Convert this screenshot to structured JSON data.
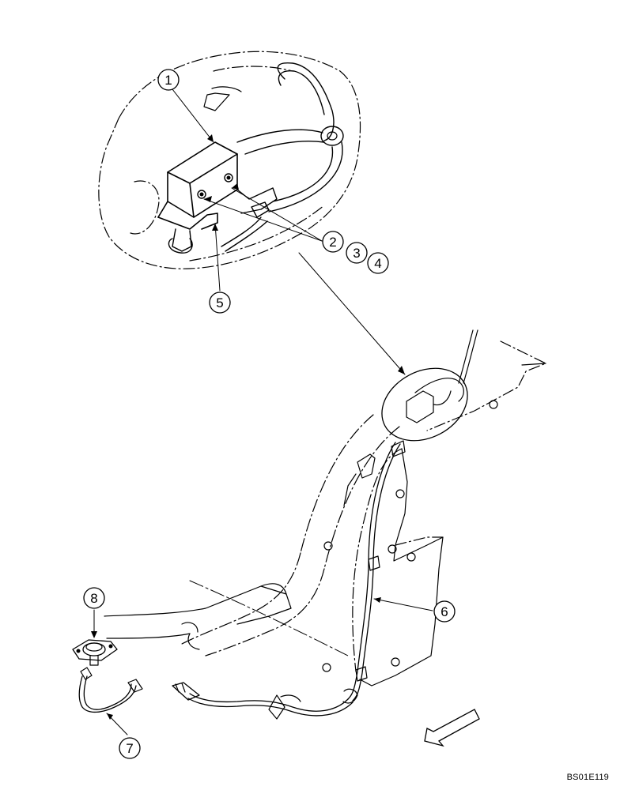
{
  "callouts": [
    {
      "id": "1",
      "label": "1"
    },
    {
      "id": "2",
      "label": "2"
    },
    {
      "id": "3",
      "label": "3"
    },
    {
      "id": "4",
      "label": "4"
    },
    {
      "id": "5",
      "label": "5"
    },
    {
      "id": "6",
      "label": "6"
    },
    {
      "id": "7",
      "label": "7"
    },
    {
      "id": "8",
      "label": "8"
    }
  ],
  "drawing_ref": "BS01E119"
}
